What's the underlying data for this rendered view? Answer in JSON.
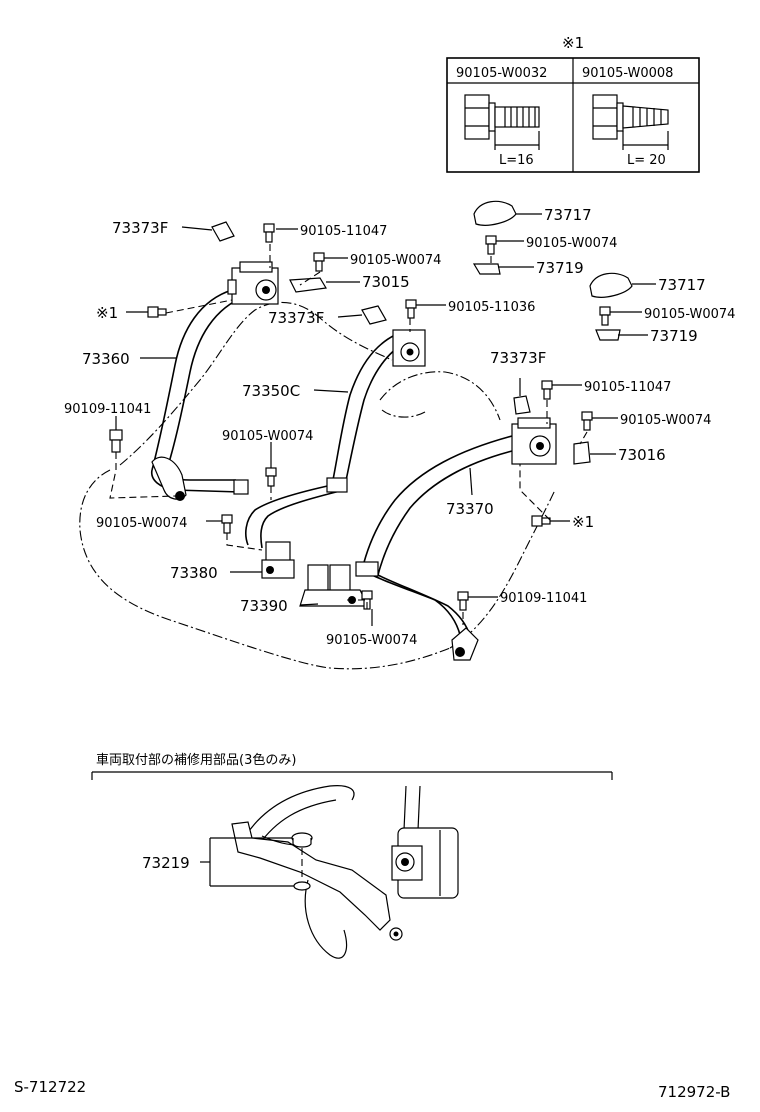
{
  "table": {
    "note": "※1",
    "col1": "90105-W0032",
    "col2": "90105-W0008",
    "len1": "L=16",
    "len2": "L= 20"
  },
  "labels": {
    "p73373f_a": "73373F",
    "p90105_11047_a": "90105-11047",
    "p90105_w0074_a": "90105-W0074",
    "p73015": "73015",
    "ref1_left": "※1",
    "p73373f_b": "73373F",
    "p90105_11036": "90105-11036",
    "p73360": "73360",
    "p73350c": "73350C",
    "p90109_11041_a": "90109-11041",
    "p90105_w0074_b": "90105-W0074",
    "p90105_w0074_c": "90105-W0074",
    "p73380": "73380",
    "p73390": "73390",
    "p90105_w0074_d": "90105-W0074",
    "p73717_a": "73717",
    "p90105_w0074_e": "90105-W0074",
    "p73719_a": "73719",
    "p73717_b": "73717",
    "p90105_w0074_f": "90105-W0074",
    "p73719_b": "73719",
    "p73373f_c": "73373F",
    "p90105_11047_b": "90105-11047",
    "p90105_w0074_g": "90105-W0074",
    "p73016": "73016",
    "p73370": "73370",
    "ref1_right": "※1",
    "p90109_11041_b": "90109-11041"
  },
  "inset": {
    "title": "車両取付部の補修用部品(3色のみ)",
    "part": "73219"
  },
  "footer": {
    "left": "S-712722",
    "right": "712972-B"
  }
}
